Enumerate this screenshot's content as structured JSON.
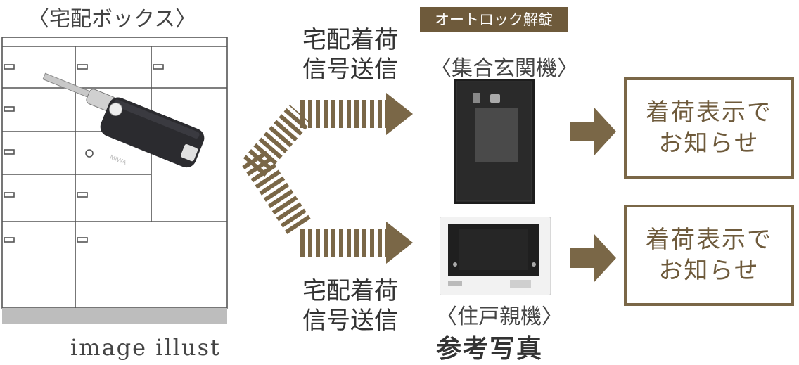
{
  "delivery_box": {
    "title": "〈宅配ボックス〉",
    "key_brand": "MIWA"
  },
  "signal_labels": {
    "top": {
      "line1": "宅配着荷",
      "line2": "信号送信"
    },
    "bottom": {
      "line1": "宅配着荷",
      "line2": "信号送信"
    }
  },
  "autolock_badge": "オートロック解錠",
  "entrance_unit": {
    "caption": "〈集合玄関機〉"
  },
  "residence_unit": {
    "caption": "〈住戸親機〉"
  },
  "notify_top": {
    "line1": "着荷表示で",
    "line2": "お知らせ"
  },
  "notify_bottom": {
    "line1": "着荷表示で",
    "line2": "お知らせ"
  },
  "image_illust": "image illust",
  "photo_caption": "参考写真",
  "colors": {
    "accent": "#7a6747",
    "badge": "#6e5a3b",
    "box_line": "#555555",
    "base": "#bdbdbd"
  }
}
